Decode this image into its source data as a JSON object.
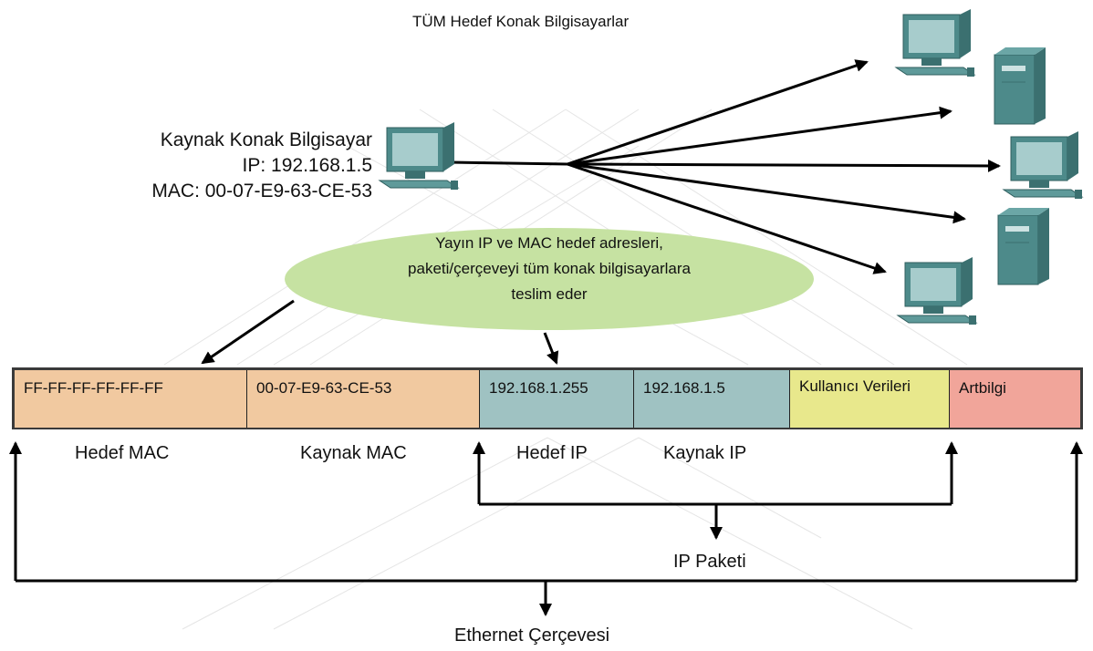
{
  "title": "TÜM Hedef Konak Bilgisayarlar",
  "source_host": {
    "name": "Kaynak Konak Bilgisayar",
    "ip": "IP: 192.168.1.5",
    "mac": "MAC: 00-07-E9-63-CE-53"
  },
  "bubble": {
    "line1": "Yayın IP ve MAC hedef adresleri,",
    "line2": "paketi/çerçeveyi tüm konak bilgisayarlara",
    "line3": "teslim eder"
  },
  "frame": {
    "fields": [
      {
        "value": "FF-FF-FF-FF-FF-FF",
        "label": "Hedef MAC",
        "color": "#f1c9a0"
      },
      {
        "value": "00-07-E9-63-CE-53",
        "label": "Kaynak MAC",
        "color": "#f1c9a0"
      },
      {
        "value": "192.168.1.255",
        "label": "Hedef IP",
        "color": "#9fc2c2"
      },
      {
        "value": "192.168.1.5",
        "label": "Kaynak IP",
        "color": "#9fc2c2"
      },
      {
        "value": "Kullanıcı Verileri",
        "label": "",
        "color": "#e8e88c"
      },
      {
        "value": "Artbilgi",
        "label": "",
        "color": "#f1a59a"
      }
    ]
  },
  "ip_packet_label": "IP Paketi",
  "ethernet_frame_label": "Ethernet Çerçevesi",
  "colors": {
    "device": "#4d8a8a",
    "bubble": "#c6e2a2"
  }
}
